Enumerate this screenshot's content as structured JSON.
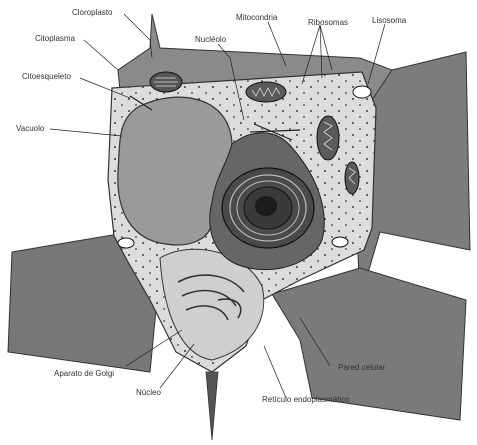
{
  "diagram": {
    "labels": {
      "cloroplasto": "Cloroplasto",
      "citoplasma": "Citoplasma",
      "citoesqueleto": "Citoesqueleto",
      "vacuolo": "Vacuolo",
      "mitocondria": "Mitocondria",
      "nucleolo": "Nucléolo",
      "ribosomas": "Ribosomas",
      "lisosoma": "Lisosoma",
      "golgi": "Aparato de Golgi",
      "nucleo": "Núcleo",
      "pared": "Pared celular",
      "reticulo": "Retículo endoplasmático"
    }
  }
}
